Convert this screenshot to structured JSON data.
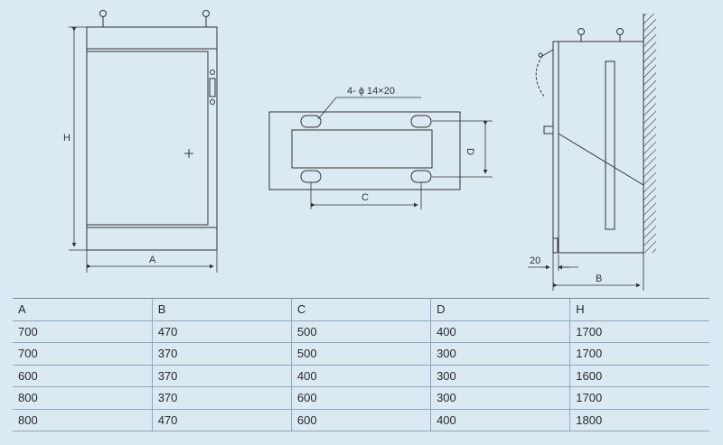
{
  "drawing": {
    "front_view": {
      "width_label": "A",
      "height_label": "H"
    },
    "base_view": {
      "hole_label": "4- ϕ 14×20",
      "span_label": "C",
      "depth_label": "D"
    },
    "side_view": {
      "offset_label": "20",
      "depth_label": "B"
    }
  },
  "table": {
    "headers": [
      "A",
      "B",
      "C",
      "D",
      "H"
    ],
    "rows": [
      [
        "700",
        "470",
        "500",
        "400",
        "1700"
      ],
      [
        "700",
        "370",
        "500",
        "300",
        "1700"
      ],
      [
        "600",
        "370",
        "400",
        "300",
        "1600"
      ],
      [
        "800",
        "370",
        "600",
        "300",
        "1700"
      ],
      [
        "800",
        "470",
        "600",
        "400",
        "1800"
      ]
    ]
  },
  "colors": {
    "background": "#dbe9f3",
    "line": "#333333"
  }
}
